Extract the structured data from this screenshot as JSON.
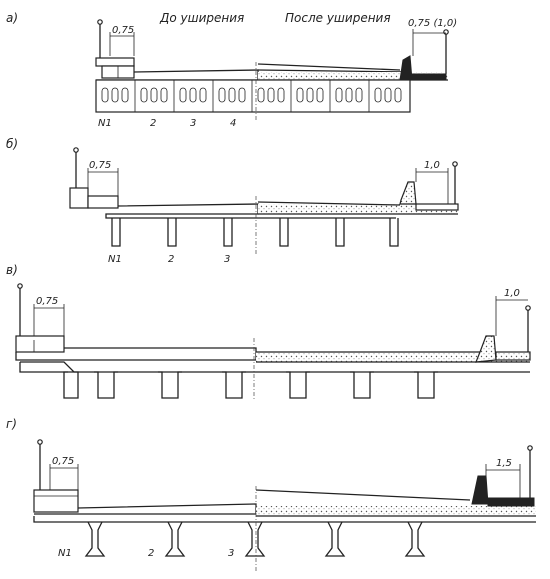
{
  "panel_a": {
    "label": "а)",
    "title_before": "До уширения",
    "title_after": "После уширения",
    "dim_left": "0,75",
    "dim_right": "0,75 (1,0)",
    "beams": [
      "N1",
      "2",
      "3",
      "4"
    ]
  },
  "panel_b": {
    "label": "б)",
    "dim_left": "0,75",
    "dim_right": "1,0",
    "beams": [
      "N1",
      "2",
      "3"
    ]
  },
  "panel_c": {
    "label": "в)",
    "dim_left": "0,75",
    "dim_right": "1,0"
  },
  "panel_d": {
    "label": "г)",
    "dim_left": "0,75",
    "dim_right": "1,5",
    "beams": [
      "N1",
      "2",
      "3"
    ]
  }
}
